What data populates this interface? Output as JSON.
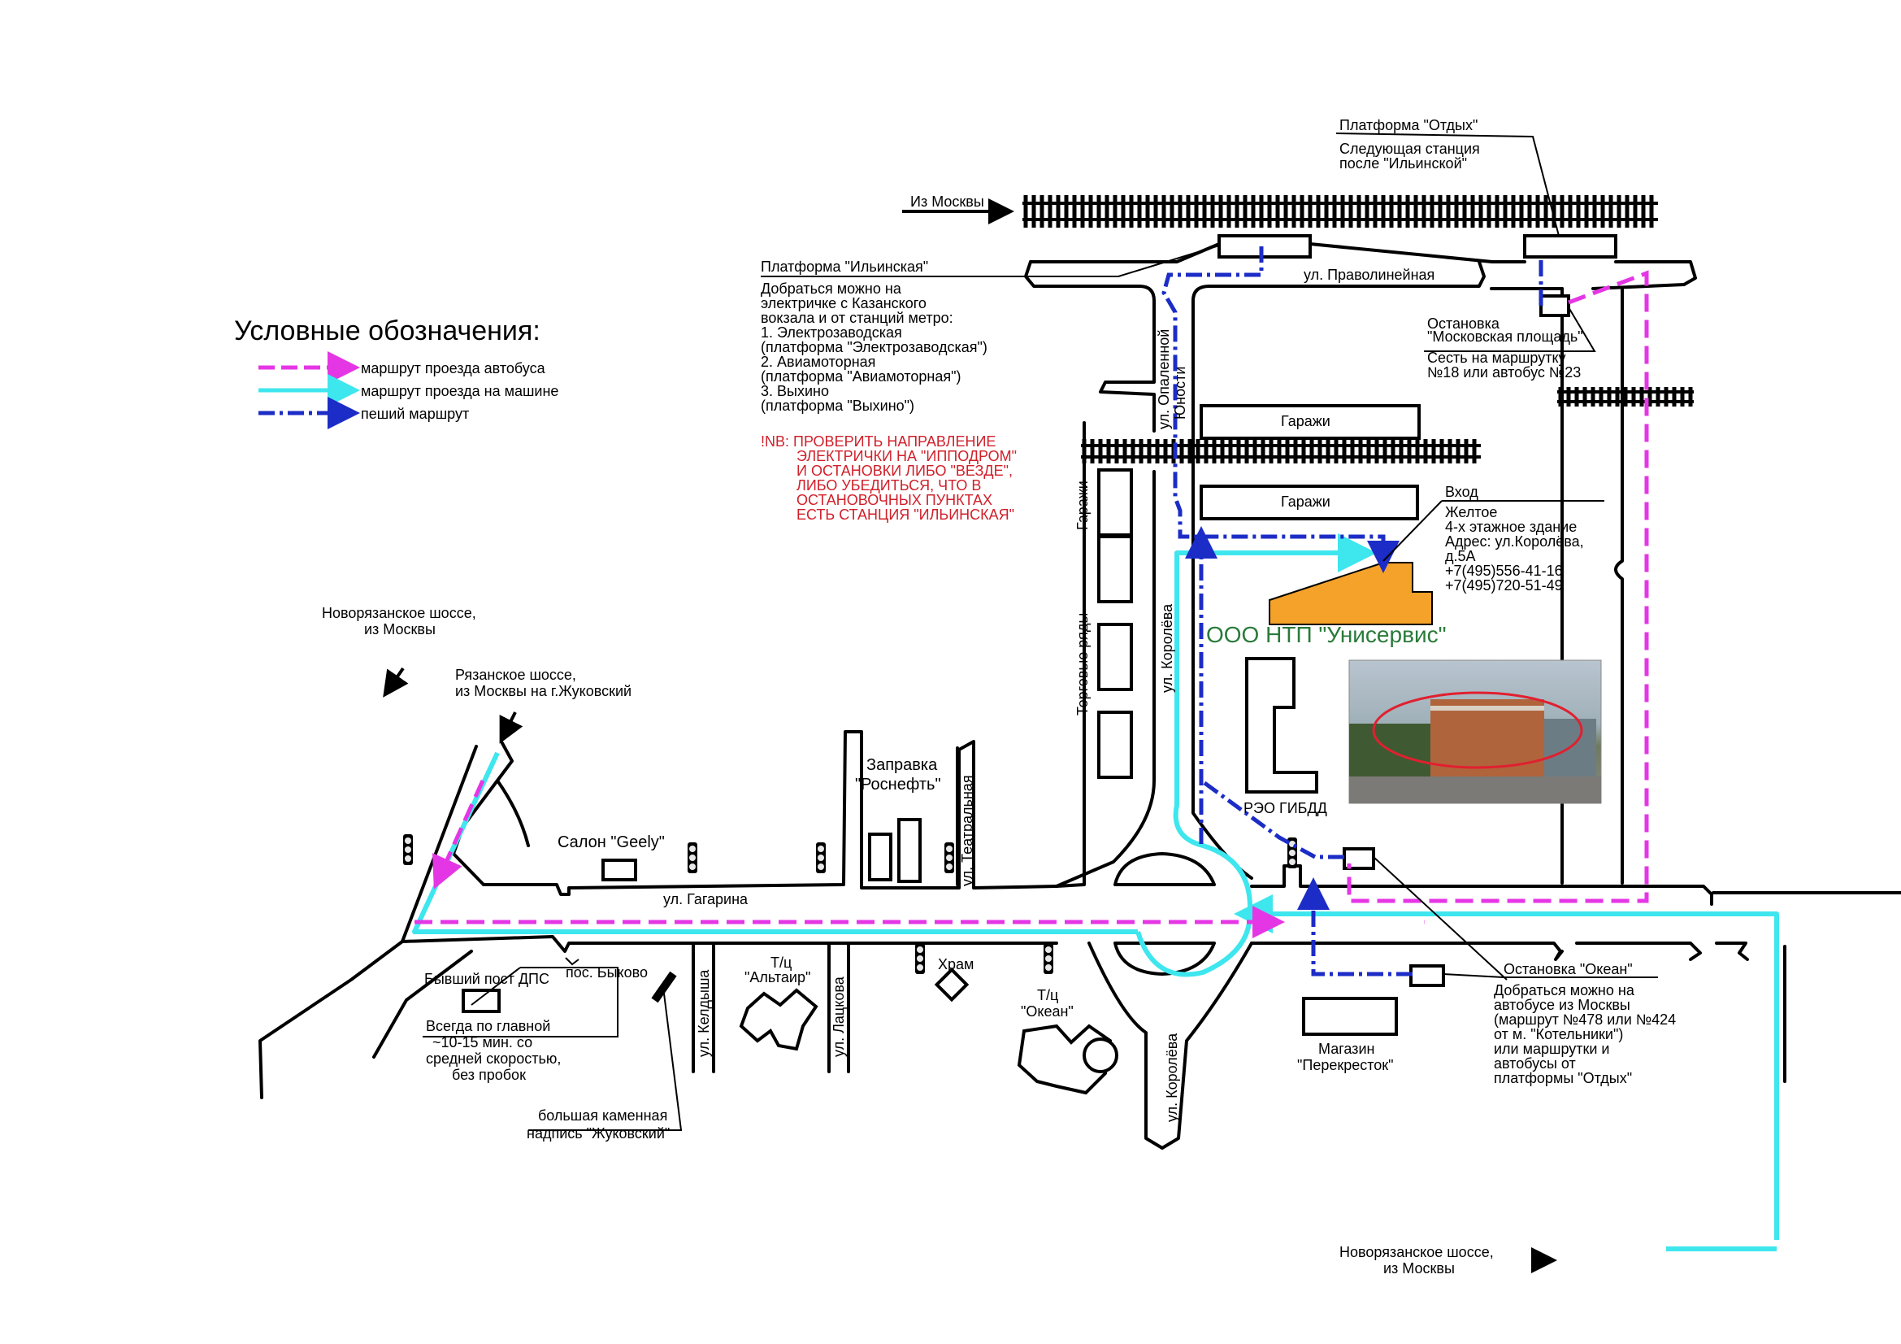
{
  "legend": {
    "title": "Условные обозначения:",
    "items": [
      {
        "label": "маршрут проезда автобуса",
        "color": "#e536e5"
      },
      {
        "label": "маршрут проезда на машине",
        "color": "#3ee6ee"
      },
      {
        "label": "пеший маршрут",
        "color": "#1c2cc6"
      }
    ]
  },
  "rail": {
    "from_moscow": "Из Москвы",
    "platform_otdyh": "Платформа \"Отдых\"",
    "otdyh_note_1": "Следующая станция",
    "otdyh_note_2": "после \"Ильинской\"",
    "platform_ilyinskaya": "Платформа \"Ильинская\"",
    "ilyinskaya_notes": [
      "Добраться можно на",
      "электричке с Казанского",
      "вокзала и от станций метро:",
      "1. Электрозаводская",
      "(платформа \"Электрозаводская\")",
      "2. Авиамоторная",
      "(платформа \"Авиамоторная\")",
      "3. Выхино",
      "(платформа \"Выхино\")"
    ],
    "nb_lines": [
      "!NB: ПРОВЕРИТЬ НАПРАВЛЕНИЕ",
      "ЭЛЕКТРИЧКИ НА \"ИППОДРОМ\"",
      "И ОСТАНОВКИ ЛИБО \"ВЕЗДЕ\",",
      "ЛИБО УБЕДИТЬСЯ, ЧТО В",
      "ОСТАНОВОЧНЫХ ПУНКТАХ",
      "ЕСТЬ СТАНЦИЯ \"ИЛЬИНСКАЯ\""
    ]
  },
  "streets": {
    "pravolineynaya": "ул. Праволинейная",
    "opalennoy_1": "ул. Опаленной",
    "opalennoy_2": "Юности",
    "koroleva_north": "ул. Королёва",
    "koroleva_south": "ул. Королёва",
    "gagarina": "ул. Гагарина",
    "teatralnaya": "ул. Театральная",
    "keldysha": "ул. Келдыша",
    "latskova": "ул. Лацкова"
  },
  "stops": {
    "moskovskaya_1": "Остановка",
    "moskovskaya_2": "\"Московская площадь\"",
    "moskovskaya_note_1": "Сесть на маршрутку",
    "moskovskaya_note_2": "№18 или автобус №23",
    "okean_title": "Остановка \"Океан\"",
    "okean_notes": [
      "Добраться можно на",
      "автобусе из Москвы",
      "(маршрут №478 или №424",
      "от м. \"Котельники\")",
      "или маршрутки и",
      "автобусы от",
      "платформы \"Отдых\""
    ]
  },
  "places": {
    "garazhi_1": "Гаражи",
    "garazhi_2": "Гаражи",
    "garazhi_vertical": "Гаражи",
    "torgovye_ryady": "Торговые ряды",
    "entrance": "Вход",
    "building_notes": [
      "Желтое",
      "4-х этажное здание",
      "Адрес: ул.Королёва,",
      "д.5А",
      "+7(495)556-41-16",
      "+7(495)720-51-49"
    ],
    "company": "ООО НТП \"Унисервис\"",
    "reo_gibdd": "РЭО ГИБДД",
    "zapravka_1": "Заправка",
    "zapravka_2": "\"Роснефть\"",
    "salon_geely": "Салон \"Geely\"",
    "altair_1": "Т/ц",
    "altair_2": "\"Альтаир\"",
    "hram": "Храм",
    "okean_1": "Т/ц",
    "okean_2": "\"Океан\"",
    "magazin_1": "Магазин",
    "magazin_2": "\"Перекресток\"",
    "dps": "Бывший пост ДПС",
    "bykovo": "пос. Быково",
    "always_main": [
      "Всегда по главной",
      "~10-15 мин. со",
      "средней скоростью,",
      "без пробок"
    ],
    "zhukovsky_sign_1": "большая каменная",
    "zhukovsky_sign_2": "надпись \"Жуковский\"",
    "novoryaz_top_1": "Новорязанское шоссе,",
    "novoryaz_top_2": "из Москвы",
    "ryazanskoe_1": "Рязанское шоссе,",
    "ryazanskoe_2": "из Москвы на г.Жуковский",
    "novoryaz_bottom_1": "Новорязанское шоссе,",
    "novoryaz_bottom_2": "из Москвы"
  },
  "colors": {
    "bus": "#e536e5",
    "car": "#3ee6ee",
    "walk": "#1c2cc6",
    "building": "#f5a22a",
    "company_text": "#2a7a3a",
    "warning_text": "#d0202a"
  },
  "photo": {
    "icon": "building-photo"
  }
}
